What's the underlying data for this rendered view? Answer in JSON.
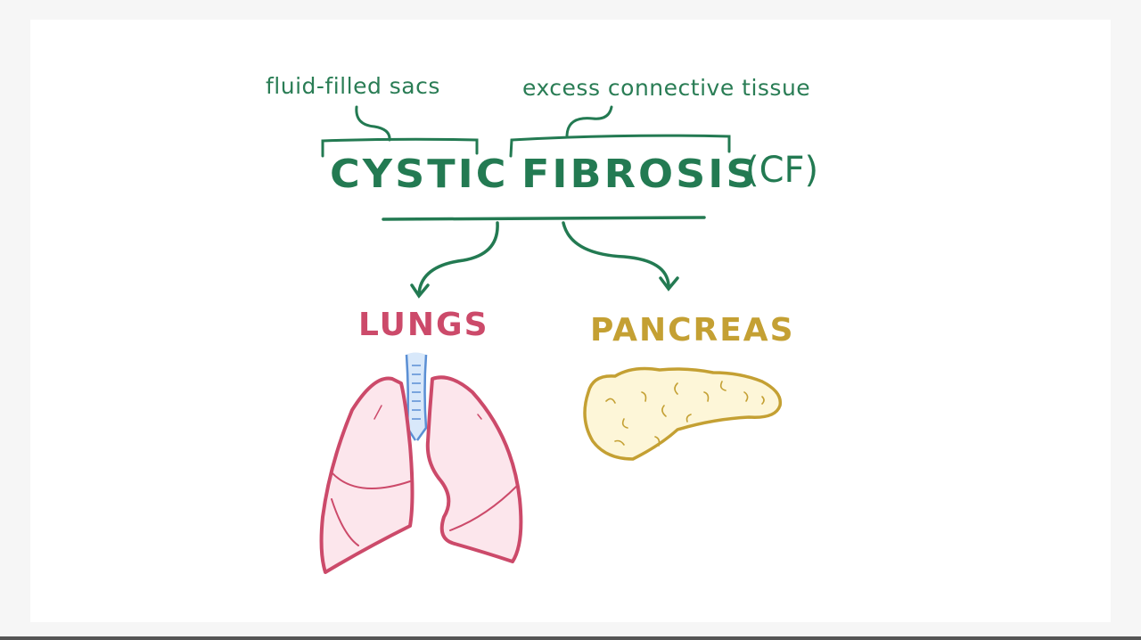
{
  "annotations": {
    "cystic_meaning": "fluid-filled sacs",
    "fibrosis_meaning": "excess connective tissue"
  },
  "title": {
    "word1": "CYSTIC",
    "word2": "FIBROSIS",
    "abbreviation": "(CF)"
  },
  "organs": {
    "lungs": "LUNGS",
    "pancreas": "PANCREAS"
  },
  "colors": {
    "green": "#237a52",
    "lungs": "#cc4a6a",
    "lungs_fill": "#fce6ec",
    "trachea": "#5b8fd4",
    "trachea_fill": "#d8e8fa",
    "pancreas": "#c4a033",
    "pancreas_fill": "#fdf6d8"
  }
}
